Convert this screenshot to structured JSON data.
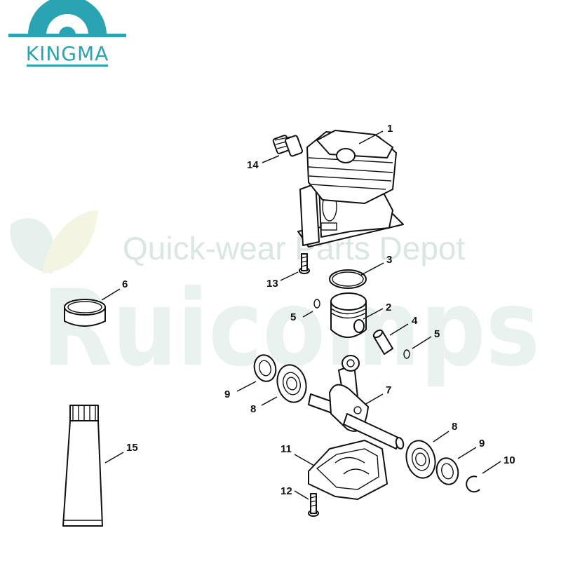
{
  "logo": {
    "text": "KINGMA"
  },
  "watermark": {
    "tagline": "Quick-wear Parts Depot",
    "brand": "Ruicomps"
  },
  "callouts": [
    "1",
    "2",
    "3",
    "4",
    "5",
    "5",
    "6",
    "7",
    "8",
    "8",
    "9",
    "9",
    "10",
    "11",
    "12",
    "13",
    "14",
    "15"
  ]
}
